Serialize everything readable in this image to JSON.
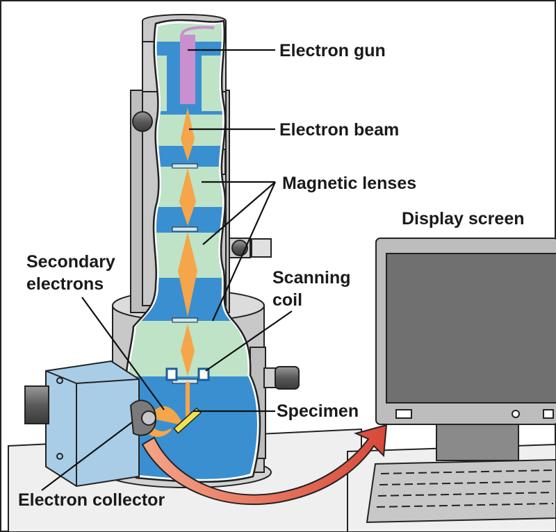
{
  "diagram": {
    "labels": {
      "electron_gun": "Electron gun",
      "electron_beam": "Electron beam",
      "magnetic_lenses": "Magnetic lenses",
      "display_screen": "Display screen",
      "secondary_electrons_line1": "Secondary",
      "secondary_electrons_line2": "electrons",
      "scanning_coil_line1": "Scanning",
      "scanning_coil_line2": "coil",
      "specimen": "Specimen",
      "electron_collector": "Electron collector"
    },
    "colors": {
      "column_body": "#c8c8c8",
      "vacuum_blue": "#3a8fd0",
      "lens_green": "#bfe3c6",
      "beam_orange": "#f5a54a",
      "gun_purple": "#c98fcf",
      "specimen_yellow": "#f2e250",
      "arrow_red": "#d8493a",
      "collector_box": "#a9cde6",
      "monitor_gray": "#bdbdbd",
      "screen_gray": "#707070"
    }
  }
}
